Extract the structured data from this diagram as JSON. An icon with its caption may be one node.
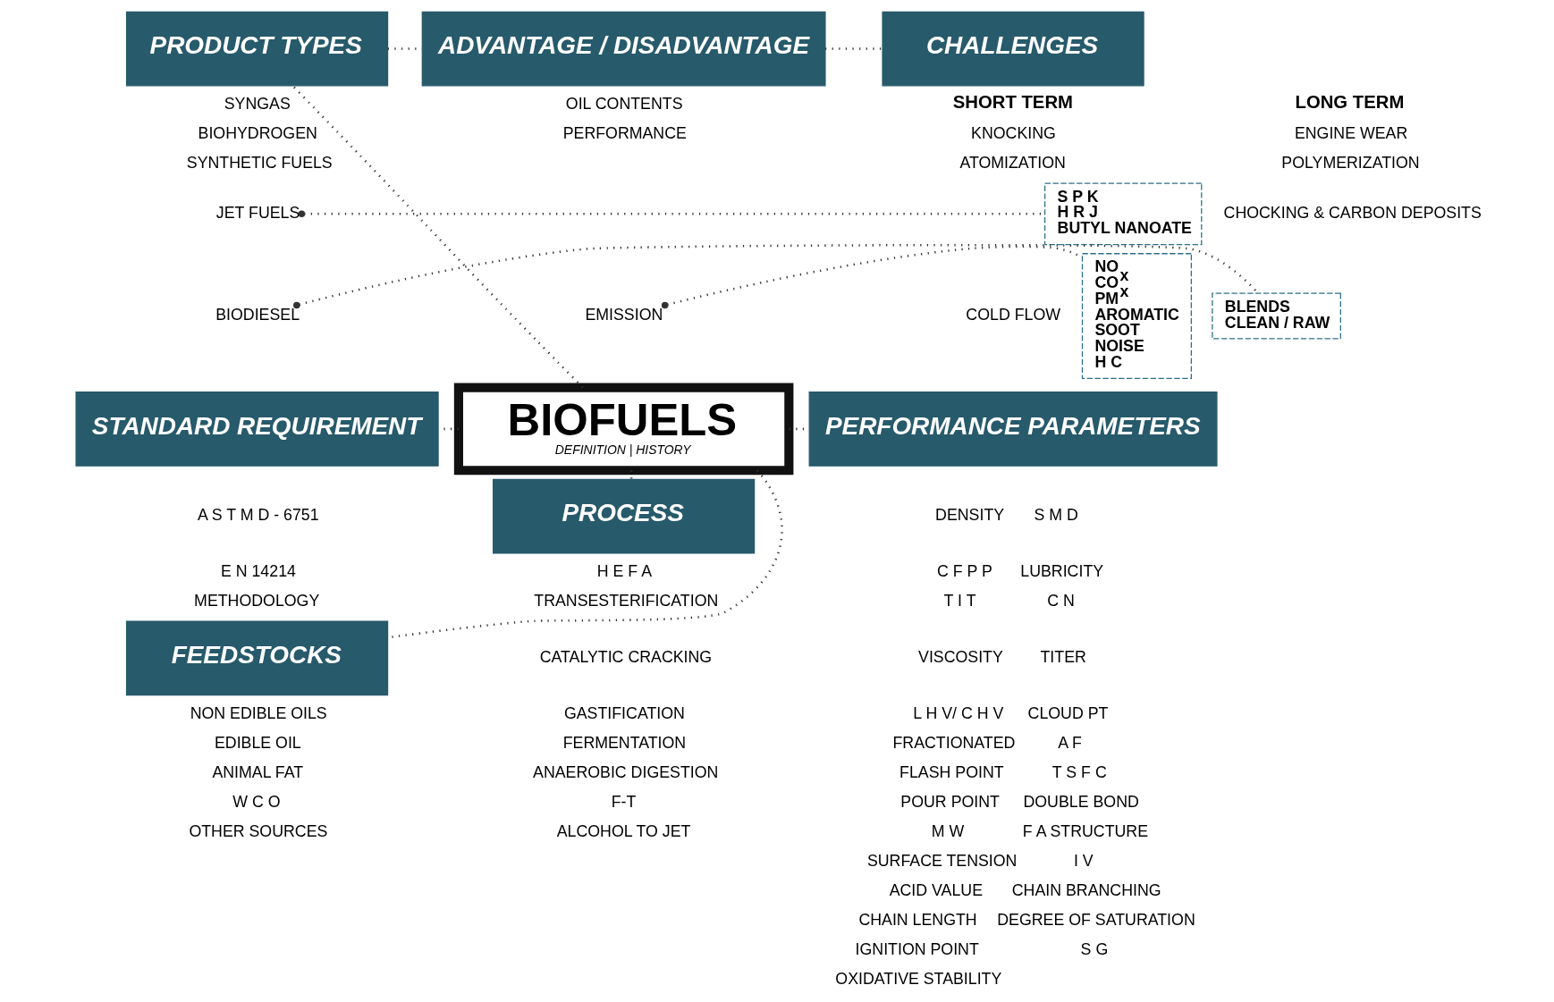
{
  "diagram": {
    "nodes": [
      {
        "text": [
          "PRODUCT TYPES"
        ]
      },
      {
        "text": [
          "SYNGAS"
        ]
      },
      {
        "text": [
          "BIOHYDROGEN"
        ]
      },
      {
        "text": [
          "SYNTHETIC FUELS"
        ]
      },
      {
        "text": [
          "JET FUELS"
        ]
      },
      {
        "text": [
          "S P K",
          "H R J",
          "BUTYL NANOATE"
        ]
      },
      {
        "text": [
          "BIODIESEL"
        ]
      },
      {
        "text": [
          "BLENDS",
          "CLEAN / RAW"
        ]
      },
      {
        "text": [
          "ADVANTAGE / DISADVANTAGE"
        ]
      },
      {
        "text": [
          "OIL CONTENTS"
        ]
      },
      {
        "text": [
          "PERFORMANCE"
        ]
      },
      {
        "text": [
          "EMISSION"
        ]
      },
      {
        "text": [
          "NO$_{x}$",
          "CO$_{x}$",
          "PM",
          "AROMATIC",
          "SOOT",
          "NOISE",
          "H C"
        ]
      },
      {
        "text": [
          "CHALLENGES"
        ]
      },
      {
        "text": [
          "SHORT TERM"
        ]
      },
      {
        "text": [
          "KNOCKING"
        ]
      },
      {
        "text": [
          "ATOMIZATION"
        ]
      },
      {
        "text": [
          "COLD FLOW"
        ]
      },
      {
        "text": [
          "LONG TERM"
        ]
      },
      {
        "text": [
          "ENGINE WEAR"
        ]
      },
      {
        "text": [
          "POLYMERIZATION"
        ]
      },
      {
        "text": [
          "CHOCKING & CARBON DEPOSITS"
        ]
      },
      {
        "text": [
          "BIOFUELS",
          "DEFINITION | HISTORY"
        ]
      },
      {
        "text": [
          "STANDARD REQUIREMENT"
        ]
      },
      {
        "text": [
          "A S T M D - 6751"
        ]
      },
      {
        "text": [
          "E N 14214"
        ]
      },
      {
        "text": [
          "METHODOLOGY"
        ]
      },
      {
        "text": [
          "PERFORMANCE PARAMETERS"
        ]
      },
      {
        "text": [
          "DENSITY"
        ]
      },
      {
        "text": [
          "C F P P"
        ]
      },
      {
        "text": [
          "T I T"
        ]
      },
      {
        "text": [
          "VISCOSITY"
        ]
      },
      {
        "text": [
          "L H V/ C H V"
        ]
      },
      {
        "text": [
          "FRACTIONATED"
        ]
      },
      {
        "text": [
          "FLASH POINT"
        ]
      },
      {
        "text": [
          "POUR POINT"
        ]
      },
      {
        "text": [
          "M W"
        ]
      },
      {
        "text": [
          "SURFACE TENSION"
        ]
      },
      {
        "text": [
          "ACID VALUE"
        ]
      },
      {
        "text": [
          "CHAIN LENGTH"
        ]
      },
      {
        "text": [
          "IGNITION POINT"
        ]
      },
      {
        "text": [
          "OXIDATIVE STABILITY"
        ]
      },
      {
        "text": [
          "S M D"
        ]
      },
      {
        "text": [
          "LUBRICITY"
        ]
      },
      {
        "text": [
          "C N"
        ]
      },
      {
        "text": [
          "TITER"
        ]
      },
      {
        "text": [
          "CLOUD PT"
        ]
      },
      {
        "text": [
          "A F"
        ]
      },
      {
        "text": [
          "T S F C"
        ]
      },
      {
        "text": [
          "DOUBLE BOND"
        ]
      },
      {
        "text": [
          "F A STRUCTURE"
        ]
      },
      {
        "text": [
          "I V"
        ]
      },
      {
        "text": [
          "CHAIN BRANCHING"
        ]
      },
      {
        "text": [
          "DEGREE OF SATURATION"
        ]
      },
      {
        "text": [
          "S G"
        ]
      },
      {
        "text": [
          "PROCESS"
        ]
      },
      {
        "text": [
          "H E F A"
        ]
      },
      {
        "text": [
          "TRANSESTERIFICATION"
        ]
      },
      {
        "text": [
          "CATALYTIC CRACKING"
        ]
      },
      {
        "text": [
          "GASTIFICATION"
        ]
      },
      {
        "text": [
          "FERMENTATION"
        ]
      },
      {
        "text": [
          "ANAEROBIC DIGESTION"
        ]
      },
      {
        "text": [
          "F-T"
        ]
      },
      {
        "text": [
          "ALCOHOL TO JET"
        ]
      },
      {
        "text": [
          "FEEDSTOCKS"
        ]
      },
      {
        "text": [
          "NON EDIBLE OILS"
        ]
      },
      {
        "text": [
          "EDIBLE OIL"
        ]
      },
      {
        "text": [
          "ANIMAL FAT"
        ]
      },
      {
        "text": [
          "W C O"
        ]
      },
      {
        "text": [
          "OTHER SOURCES"
        ]
      }
    ],
    "edges": [
      {
        "from": 0,
        "to": 8,
        "arrow": "none"
      },
      {
        "from": 8,
        "to": 13,
        "arrow": "none"
      },
      {
        "from": 22,
        "to": 23,
        "arrow": "none"
      },
      {
        "from": 22,
        "to": 27,
        "arrow": "none"
      },
      {
        "from": 22,
        "to": 0,
        "arrow": "none"
      },
      {
        "from": 22,
        "to": 55,
        "arrow": "none"
      },
      {
        "from": 22,
        "to": 64,
        "arrow": "none"
      },
      {
        "from": 4,
        "to": 5,
        "arrow": "other"
      },
      {
        "from": 6,
        "to": 7,
        "arrow": "other"
      },
      {
        "from": 11,
        "to": 12,
        "arrow": "other"
      }
    ]
  }
}
